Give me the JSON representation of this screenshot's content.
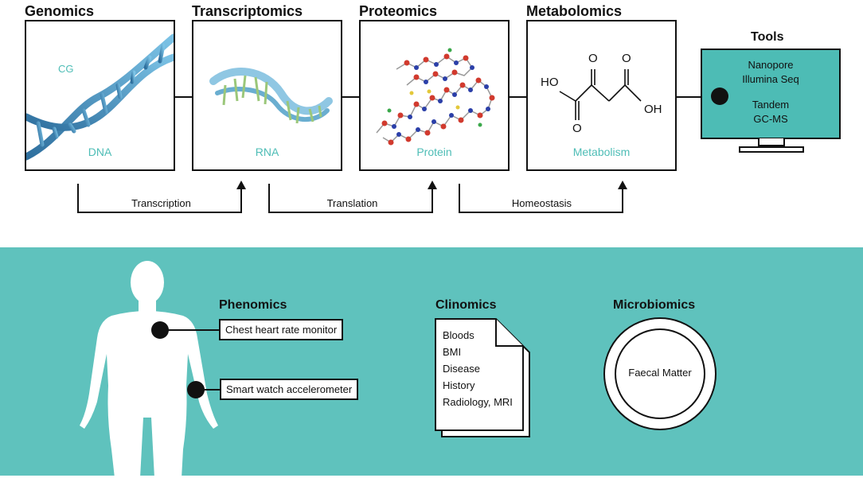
{
  "omics": {
    "genomics": {
      "heading": "Genomics",
      "caption": "DNA",
      "overlay": "CG"
    },
    "transcriptomics": {
      "heading": "Transcriptomics",
      "caption": "RNA"
    },
    "proteomics": {
      "heading": "Proteomics",
      "caption": "Protein"
    },
    "metabolomics": {
      "heading": "Metabolomics",
      "caption": "Metabolism",
      "molecule_labels": {
        "ho": "HO",
        "oh": "OH",
        "o1": "O",
        "o2": "O",
        "o3": "O"
      }
    }
  },
  "processes": [
    "Transcription",
    "Translation",
    "Homeostasis"
  ],
  "tools": {
    "heading": "Tools",
    "lines": [
      "Nanopore",
      "Illumina Seq",
      "",
      "Tandem",
      "GC-MS"
    ]
  },
  "phenomics": {
    "heading": "Phenomics",
    "devices": [
      "Chest heart rate monitor",
      "Smart watch accelerometer"
    ]
  },
  "clinomics": {
    "heading": "Clinomics",
    "items": [
      "Bloods",
      "BMI",
      "Disease",
      "History",
      "Radiology, MRI"
    ]
  },
  "microbiomics": {
    "heading": "Microbiomics",
    "label": "Faecal Matter"
  },
  "colors": {
    "teal": "#5fc2bd",
    "caption_teal": "#4ebdb6",
    "monitor": "#4dbcb5"
  }
}
